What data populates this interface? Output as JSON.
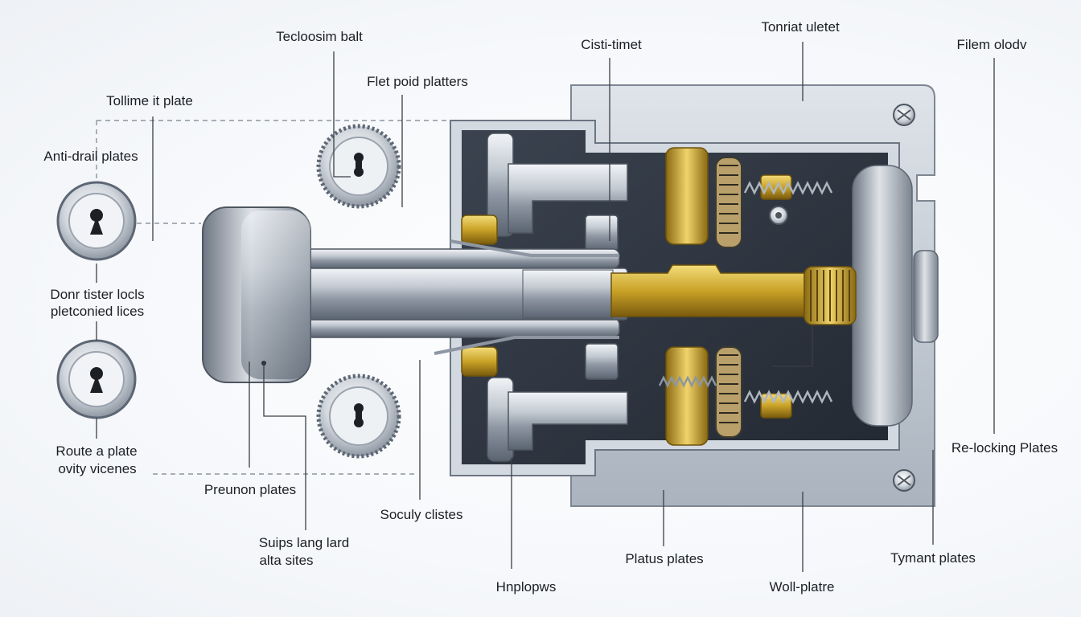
{
  "labels": {
    "tecloosim_balt": "Tecloosim balt",
    "flet_poid_platters": "Flet poid platters",
    "cisti_timet": "Cisti-timet",
    "tonriat_uletet": "Tonriat uletet",
    "filem_olodv": "Filem olodv",
    "tollime_it_plate": "Tollime it plate",
    "anti_drill_plates": "Anti-drail plates",
    "donr_tister_locls": "Donr tister locls",
    "pletconied_lices": "pletconied lices",
    "route_a_plate": "Route a plate",
    "ovity_vicenes": "ovity vicenes",
    "preunon_plates": "Preunon plates",
    "soculy_clistes": "Soculy clistes",
    "suips_lang_lard": "Suips lang lard",
    "alta_sites": "alta sites",
    "hnplopws": "Hnplopws",
    "platus_plates": "Platus plates",
    "woll_platre": "Woll-platre",
    "tymant_plates": "Tymant plates",
    "re_locking_plates": "Re-locking Plates"
  },
  "colors": {
    "steel_dark": "#5d6673",
    "steel_mid": "#9aa3ae",
    "steel_light": "#d9dee4",
    "housing": "#b9c2cc",
    "brass": "#c9a227",
    "brass_dark": "#8a6a12",
    "leader": "#3a3f46"
  }
}
